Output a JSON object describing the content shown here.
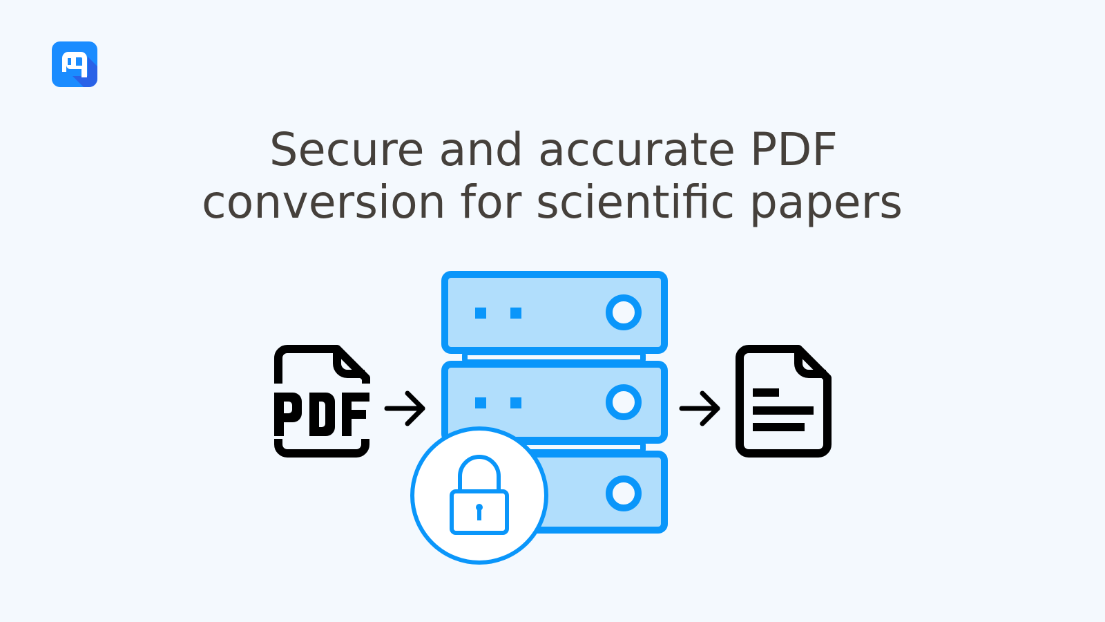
{
  "brand": {
    "logo_icon": "m4-logo-icon",
    "logo_colors": {
      "background": "#1a8cff",
      "shadow": "#2d5be3",
      "glyph": "#ffffff"
    }
  },
  "hero": {
    "title_lines": [
      "Secure and accurate PDF",
      "conversion for scientific papers"
    ],
    "title_color": "#45403b"
  },
  "illustration": {
    "steps": [
      {
        "icon": "pdf-file-icon",
        "label": "PDF"
      },
      {
        "icon": "arrow-right-icon"
      },
      {
        "icon": "secure-server-stack-icon"
      },
      {
        "icon": "arrow-right-icon"
      },
      {
        "icon": "text-document-icon"
      }
    ],
    "overlay_icon": "padlock-icon",
    "colors": {
      "server_stroke": "#0a96fa",
      "server_fill": "#b1defc",
      "lock_badge_fill": "#ffffff",
      "icon_stroke": "#000000",
      "background": "#f4f9fe"
    }
  }
}
